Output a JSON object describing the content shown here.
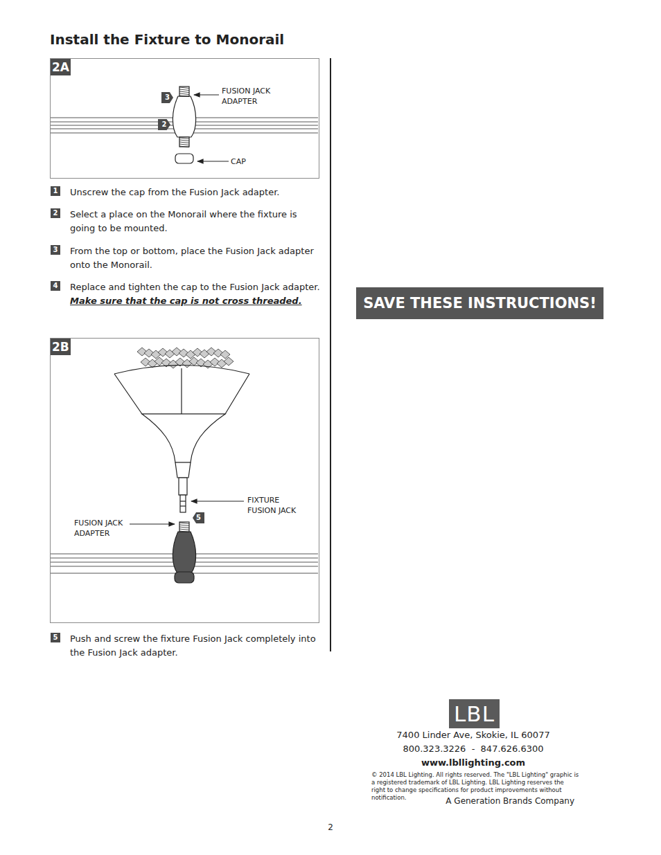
{
  "diagram": {
    "title": "Install the Fixture to Monorail",
    "nodes": [
      {
        "text": [
          "2A"
        ]
      },
      {
        "text": [
          "3"
        ],
        "in": 0
      },
      {
        "text": [
          "2"
        ],
        "in": 0
      },
      {
        "text": [
          "1",
          "Unscrew the cap from the Fusion Jack adapter."
        ]
      },
      {
        "text": [
          "2",
          "Select a place on the Monorail where the fixture is going to be mounted."
        ]
      },
      {
        "text": [
          "3",
          "From the top or bottom, place the Fusion Jack adapter onto the Monorail."
        ]
      },
      {
        "text": [
          "4",
          "Replace and tighten the cap to the Fusion Jack adapter.",
          "Make sure that the cap is not cross threaded."
        ]
      },
      {
        "text": [
          "2B"
        ]
      },
      {
        "text": [
          "5"
        ],
        "in": 7
      },
      {
        "text": [
          "5",
          "Push and screw the fixture Fusion Jack completely into the Fusion Jack adapter."
        ]
      },
      {
        "text": [
          "SAVE THESE INSTRUCTIONS!"
        ]
      },
      {
        "text": [
          "LBL"
        ]
      }
    ],
    "labels": [
      "FUSION JACK ADAPTER",
      "CAP",
      "FIXTURE FUSION JACK",
      "FUSION JACK ADAPTER",
      "7400 Linder Ave, Skokie, IL 60077",
      "800.323.3226  -  847.626.6300",
      "www.lbllighting.com",
      "© 2014 LBL Lighting. All rights reserved. The \"LBL Lighting\" graphic is a registered trademark of LBL Lighting. LBL Lighting reserves the right to change specifications for product improvements without notification.",
      "A Generation Brands Company",
      "2"
    ]
  }
}
